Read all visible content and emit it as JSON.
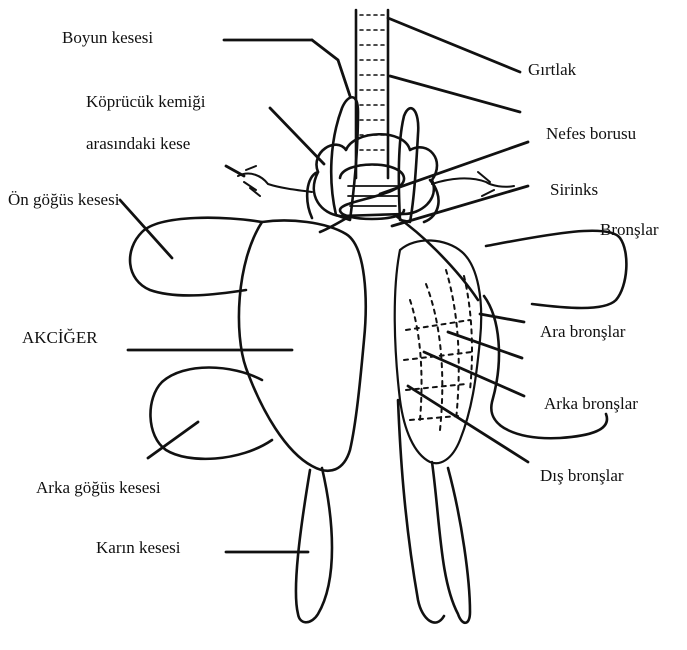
{
  "labels": {
    "boyun_kesesi": "Boyun kesesi",
    "girtlak": "Gırtlak",
    "kopruculuk_line1": "Köprücük kemiği",
    "kopruculuk_line2": "arasındaki kese",
    "nefes_borusu": "Nefes borusu",
    "sirinks": "Sirinks",
    "on_gogus_kesesi": "Ön göğüs kesesi",
    "bronslar": "Bronşlar",
    "akciger": "AKCİĞER",
    "ara_bronslar": "Ara bronşlar",
    "arka_bronslar": "Arka bronşlar",
    "dis_bronslar": "Dış bronşlar",
    "arka_gogus_kesesi": "Arka göğüs kesesi",
    "karin_kesesi": "Karın kesesi"
  },
  "colors": {
    "ink": "#111111",
    "background": "#ffffff"
  }
}
